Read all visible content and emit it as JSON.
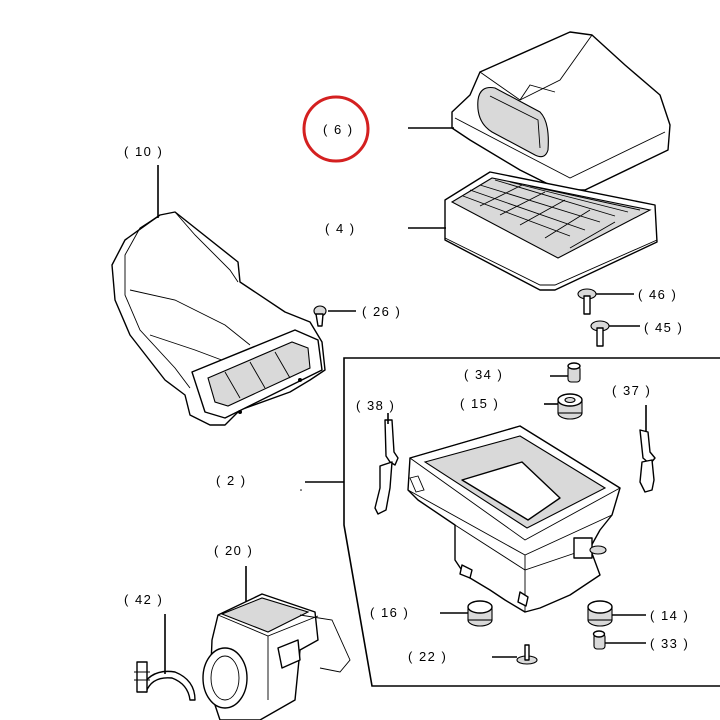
{
  "diagram": {
    "callouts": [
      {
        "id": "6",
        "text": "( 6 )"
      },
      {
        "id": "10",
        "text": "( 10 )"
      },
      {
        "id": "4",
        "text": "( 4 )"
      },
      {
        "id": "46",
        "text": "( 46 )"
      },
      {
        "id": "26",
        "text": "( 26 )"
      },
      {
        "id": "45",
        "text": "( 45 )"
      },
      {
        "id": "34",
        "text": "( 34 )"
      },
      {
        "id": "37",
        "text": "( 37 )"
      },
      {
        "id": "38",
        "text": "( 38 )"
      },
      {
        "id": "15",
        "text": "( 15 )"
      },
      {
        "id": "2",
        "text": "( 2 )"
      },
      {
        "id": "20",
        "text": "( 20 )"
      },
      {
        "id": "42",
        "text": "( 42 )"
      },
      {
        "id": "16",
        "text": "( 16 )"
      },
      {
        "id": "14",
        "text": "( 14 )"
      },
      {
        "id": "33",
        "text": "( 33 )"
      },
      {
        "id": "22",
        "text": "( 22 )"
      }
    ],
    "highlight": {
      "target": "6",
      "color": "#d42020"
    },
    "line_color": "#000000",
    "background": "#ffffff"
  }
}
